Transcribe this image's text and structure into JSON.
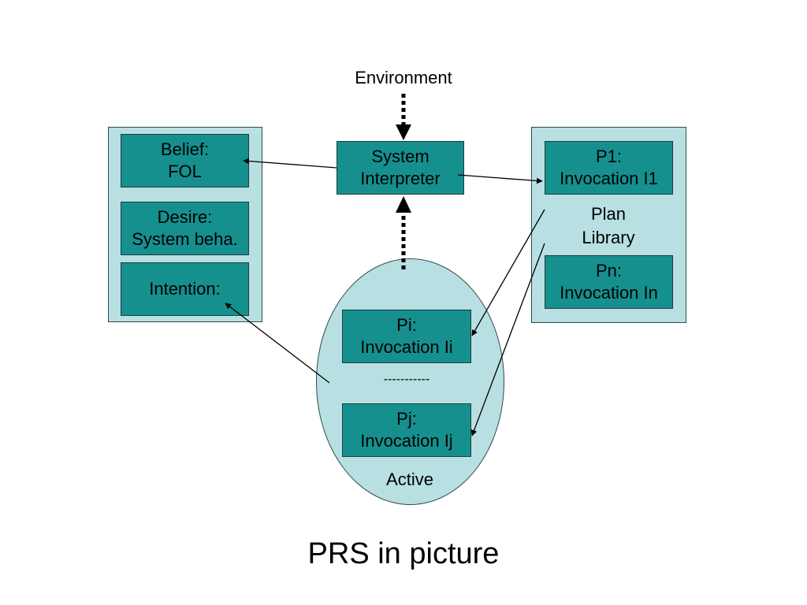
{
  "environment": "Environment",
  "interpreter": {
    "line1": "System",
    "line2": "Interpreter"
  },
  "left_panel": {
    "belief": {
      "line1": "Belief:",
      "line2": "FOL"
    },
    "desire": {
      "line1": "Desire:",
      "line2": "System beha."
    },
    "intention": {
      "line1": "Intention:"
    }
  },
  "plan_library": {
    "p1": {
      "line1": "P1:",
      "line2": "Invocation I1"
    },
    "label": {
      "line1": "Plan",
      "line2": "Library"
    },
    "pn": {
      "line1": "Pn:",
      "line2": "Invocation In"
    }
  },
  "active": {
    "pi": {
      "line1": "Pi:",
      "line2": "Invocation Ii"
    },
    "separator": "-----------",
    "pj": {
      "line1": "Pj:",
      "line2": "Invocation Ij"
    },
    "label": "Active"
  },
  "caption": "PRS in picture",
  "colors": {
    "panel": "#b8e0e3",
    "box": "#15908f",
    "border": "#1e3c3d"
  }
}
